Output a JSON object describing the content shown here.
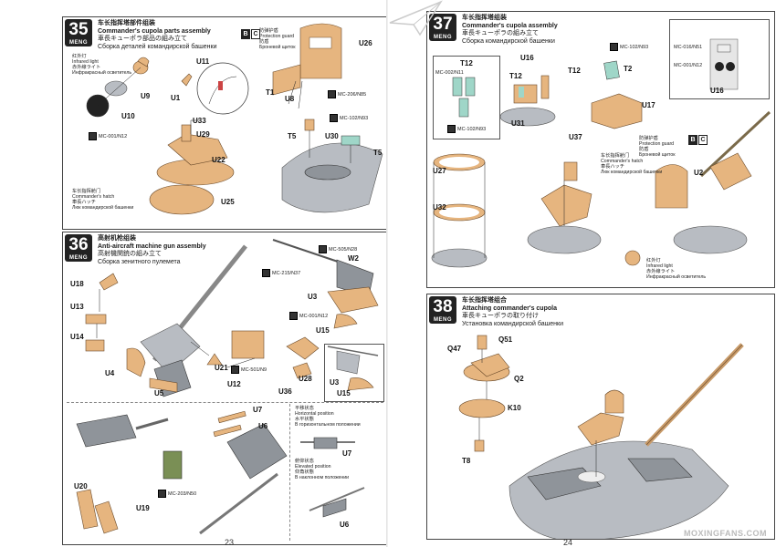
{
  "pages": [
    {
      "number": "23"
    },
    {
      "number": "24"
    }
  ],
  "brand": "MENG",
  "steps": {
    "s35": {
      "number": "35",
      "title_cn": "车长指挥塔部件组装",
      "title_en": "Commander's cupola parts assembly",
      "title_jp": "車長キューポラ部品の組み立て",
      "title_ru": "Сборка деталей командирской башенки",
      "parts": [
        "U11",
        "U9",
        "U10",
        "U1",
        "U33",
        "U29",
        "U22",
        "U25",
        "U26",
        "T1",
        "U8",
        "T5",
        "U30",
        "T5"
      ],
      "ir_light": {
        "cn": "红外灯",
        "en": "Infrared light",
        "jp": "赤外線ライト",
        "ru": "Инфракрасный осветитель"
      },
      "hatch": {
        "cn": "车长指挥舱门",
        "en": "Commander's hatch",
        "jp": "車長ハッチ",
        "ru": "Люк командирской башенки"
      },
      "guard": {
        "cn": "防弹护盾",
        "en": "Protection guard",
        "jp": "防盾",
        "ru": "Броневой щиток"
      },
      "paints": [
        "MC-001/N12",
        "MC-206/N85",
        "MC-102/N93"
      ]
    },
    "s36": {
      "number": "36",
      "title_cn": "高射机枪组装",
      "title_en": "Anti-aircraft machine gun assembly",
      "title_jp": "高射機関銃の組み立て",
      "title_ru": "Сборка зенитного пулемета",
      "parts": [
        "U18",
        "U13",
        "U14",
        "U4",
        "U5",
        "U21",
        "U12",
        "W2",
        "U3",
        "U15",
        "U28",
        "U36",
        "U3",
        "U15",
        "U7",
        "U6",
        "U20",
        "U19",
        "U7",
        "U6"
      ],
      "paints": [
        "MC-505/N28",
        "MC-215/N37",
        "MC-001/N12",
        "MC-501/N9",
        "MC-203/N50"
      ],
      "horizontal": {
        "cn": "平移状态",
        "en": "Horizontal position",
        "jp": "水平状態",
        "ru": "В горизонтальном положении"
      },
      "elevated": {
        "cn": "俯仰状态",
        "en": "Elevated position",
        "jp": "仰角状態",
        "ru": "В наклонном положении"
      }
    },
    "s37": {
      "number": "37",
      "title_cn": "车长指挥塔组装",
      "title_en": "Commander's cupola assembly",
      "title_jp": "車長キューポラの組み立て",
      "title_ru": "Сборка командирской башенки",
      "parts": [
        "T12",
        "U16",
        "T12",
        "T12",
        "T2",
        "U17",
        "U31",
        "U37",
        "U27",
        "U32",
        "U2",
        "U16"
      ],
      "paints": [
        "MC-102/N93",
        "MC-002/N11",
        "MC-102/N93",
        "MC-016/N51",
        "MC-001/N12"
      ],
      "hatch": {
        "cn": "车长指挥舱门",
        "en": "Commander's hatch",
        "jp": "車長ハッチ",
        "ru": "Люк командирской башенки"
      },
      "guard": {
        "cn": "防弹护盾",
        "en": "Protection guard",
        "jp": "防盾",
        "ru": "Броневой щиток"
      },
      "ir_light": {
        "cn": "红外灯",
        "en": "Infrared light",
        "jp": "赤外線ライト",
        "ru": "Инфракрасный осветитель"
      }
    },
    "s38": {
      "number": "38",
      "title_cn": "车长指挥塔组合",
      "title_en": "Attaching commander's cupola",
      "title_jp": "車長キューポラの取り付け",
      "title_ru": "Установка командирской башенки",
      "parts": [
        "Q47",
        "Q51",
        "Q2",
        "K10",
        "T8"
      ]
    }
  },
  "bc_letters": [
    "B",
    "C"
  ],
  "watermark": "MOXINGFANS.COM",
  "colors": {
    "tan": "#e6b57f",
    "grey": "#b8bcc2",
    "frame": "#444444"
  }
}
